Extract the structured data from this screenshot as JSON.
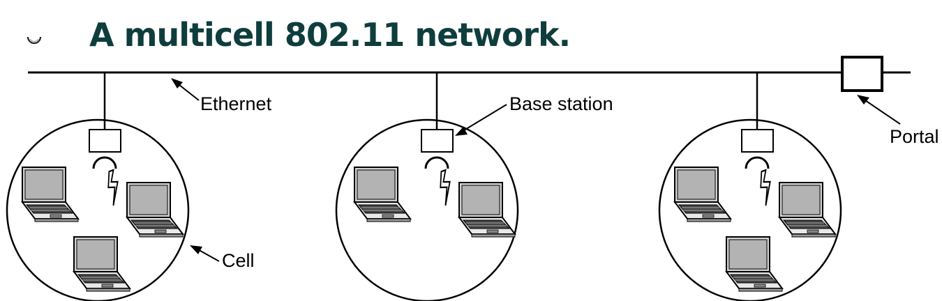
{
  "slide": {
    "title": "A multicell 802.11 network.",
    "bullet_icon": "half-circle-bullet"
  },
  "diagram": {
    "labels": {
      "ethernet": "Ethernet",
      "base_station": "Base station",
      "portal": "Portal",
      "cell": "Cell"
    },
    "cells": [
      {
        "laptops": 3
      },
      {
        "laptops": 2
      },
      {
        "laptops": 3
      }
    ],
    "colors": {
      "title": "#0f3d3d",
      "lines": "#000000",
      "laptop_screen": "#b3b3b3"
    },
    "icons": [
      "access-point-box",
      "antenna",
      "lightning-bolt",
      "laptop",
      "portal-box"
    ]
  }
}
